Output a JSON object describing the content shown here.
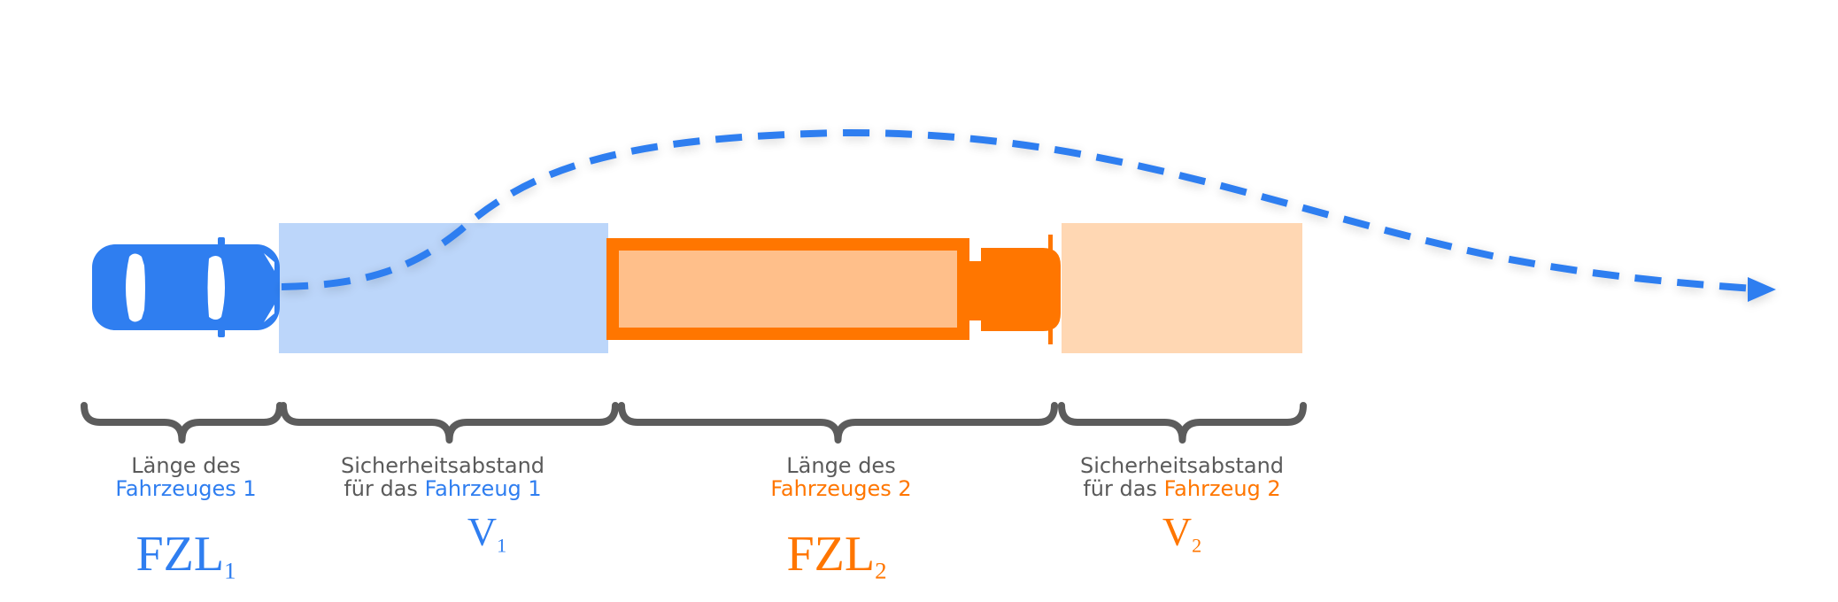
{
  "colors": {
    "blue": "#2f7ef0",
    "blue_light": "#bcd6fa",
    "orange": "#ff7600",
    "orange_light": "#ffbf8a",
    "orange_pale": "#ffd7b3",
    "brace": "#5c5c5c",
    "text": "#5a5a5a"
  },
  "icons": {
    "car": "car-icon",
    "truck": "truck-icon",
    "path": "dashed-trajectory-arrow"
  },
  "segments": [
    {
      "id": "car-length",
      "line1": "Länge des",
      "line2_prefix": "",
      "line2_highlight": "Fahrzeuges 1",
      "highlight_color": "#2f7ef0",
      "symbol": "FZL",
      "subscript": "1"
    },
    {
      "id": "car-safety",
      "line1": "Sicherheitsabstand",
      "line2_prefix": "für das ",
      "line2_highlight": "Fahrzeug 1",
      "highlight_color": "#2f7ef0",
      "symbol": "V",
      "subscript": "1"
    },
    {
      "id": "truck-length",
      "line1": "Länge des",
      "line2_prefix": "",
      "line2_highlight": "Fahrzeuges 2",
      "highlight_color": "#ff7600",
      "symbol": "FZL",
      "subscript": "2"
    },
    {
      "id": "truck-safety",
      "line1": "Sicherheitsabstand",
      "line2_prefix": "für das ",
      "line2_highlight": "Fahrzeug 2",
      "highlight_color": "#ff7600",
      "symbol": "V",
      "subscript": "2"
    }
  ]
}
